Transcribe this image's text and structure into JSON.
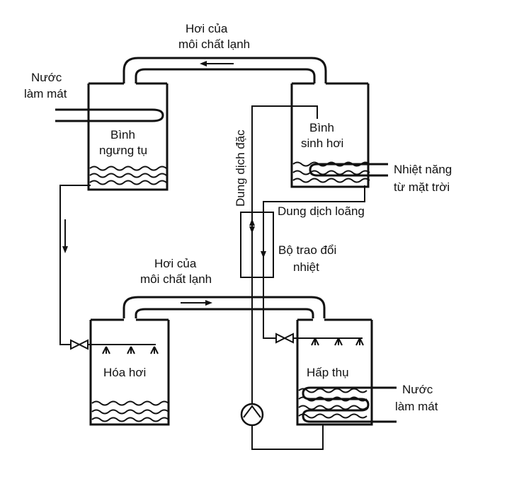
{
  "labels": {
    "vapor_top_line1": "Hơi của",
    "vapor_top_line2": "môi chất lạnh",
    "cooling_water_top_line1": "Nước",
    "cooling_water_top_line2": "làm mát",
    "condenser_line1": "Bình",
    "condenser_line2": "ngưng tụ",
    "generator_line1": "Bình",
    "generator_line2": "sinh hơi",
    "strong_solution": "Dung dịch đặc",
    "solar_heat_line1": "Nhiệt năng",
    "solar_heat_line2": "từ mặt trời",
    "weak_solution": "Dung dịch loãng",
    "heat_exchanger_line1": "Bộ trao đổi",
    "heat_exchanger_line2": "nhiệt",
    "vapor_mid_line1": "Hơi của",
    "vapor_mid_line2": "môi chất lạnh",
    "evaporator": "Hóa hơi",
    "absorber": "Hấp thụ",
    "cooling_water_bottom_line1": "Nước",
    "cooling_water_bottom_line2": "làm mát"
  }
}
